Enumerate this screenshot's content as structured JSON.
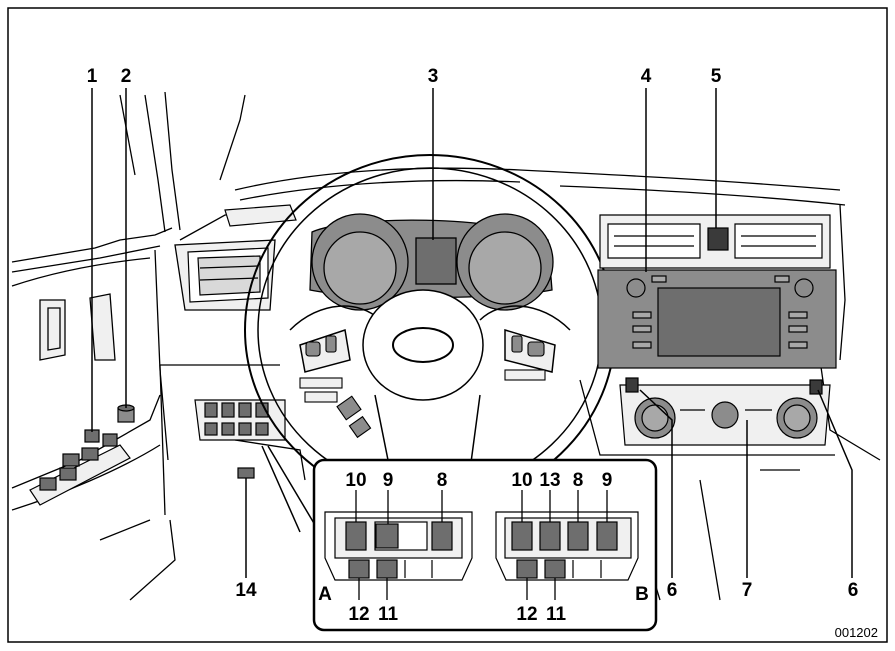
{
  "figure_code": "001202",
  "callouts": [
    "1",
    "2",
    "3",
    "4",
    "5",
    "6",
    "6",
    "7",
    "14"
  ],
  "inset": {
    "A": {
      "label": "A",
      "top": [
        "10",
        "9",
        "8"
      ],
      "bottom": [
        "12",
        "11"
      ]
    },
    "B": {
      "label": "B",
      "top": [
        "10",
        "13",
        "8",
        "9"
      ],
      "bottom": [
        "12",
        "11"
      ]
    }
  },
  "colors": {
    "line": "#000000",
    "fill_light": "#f0f0f0",
    "fill_mid": "#8c8c8c",
    "fill_dark": "#6e6e6e"
  }
}
